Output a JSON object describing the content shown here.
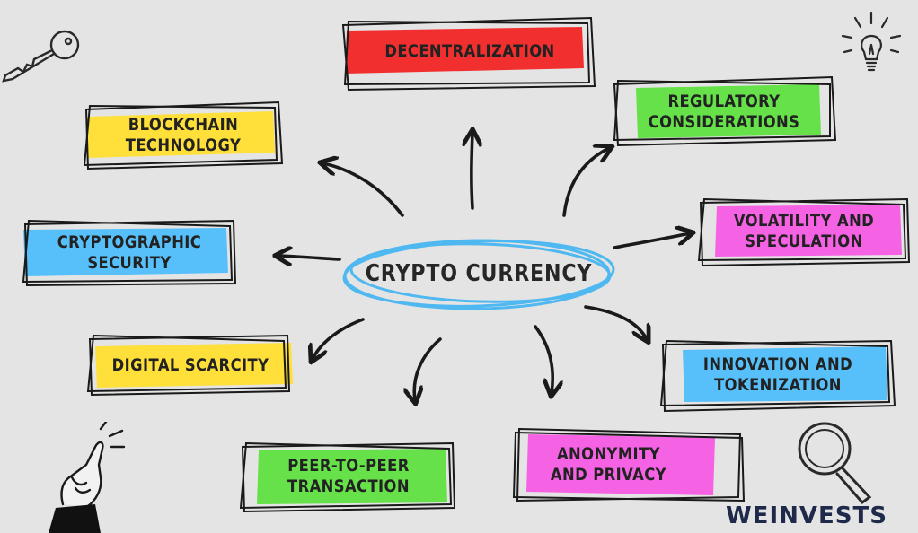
{
  "diagram": {
    "center": "CRYPTO CURRENCY",
    "topics": [
      {
        "id": "decentralization",
        "label": "DECENTRALIZATION",
        "color": "#f22f2f"
      },
      {
        "id": "regulatory",
        "label": "REGULATORY\nCONSIDERATIONS",
        "color": "#66e14a"
      },
      {
        "id": "volatility",
        "label": "VOLATILITY AND\nSPECULATION",
        "color": "#f562e3"
      },
      {
        "id": "innovation",
        "label": "INNOVATION AND\nTOKENIZATION",
        "color": "#57c0fb"
      },
      {
        "id": "anonymity",
        "label": "ANONYMITY\nAND PRIVACY",
        "color": "#f562e3"
      },
      {
        "id": "p2p",
        "label": "PEER-TO-PEER\nTRANSACTION",
        "color": "#66e14a"
      },
      {
        "id": "scarcity",
        "label": "DIGITAL SCARCITY",
        "color": "#ffdf3a"
      },
      {
        "id": "security",
        "label": "CRYPTOGRAPHIC\nSECURITY",
        "color": "#57c0fb"
      },
      {
        "id": "blockchain",
        "label": "BLOCKCHAIN\nTECHNOLOGY",
        "color": "#ffdf3a"
      }
    ]
  },
  "brand": "WEINVESTS",
  "icons": [
    "key-icon",
    "lightbulb-icon",
    "magnifier-icon",
    "pointing-hand-icon"
  ],
  "colors": {
    "background": "#e4e4e4",
    "ink": "#1a1a1a",
    "center_ring": "#4fb8f0",
    "brand": "#1f2a4a"
  }
}
